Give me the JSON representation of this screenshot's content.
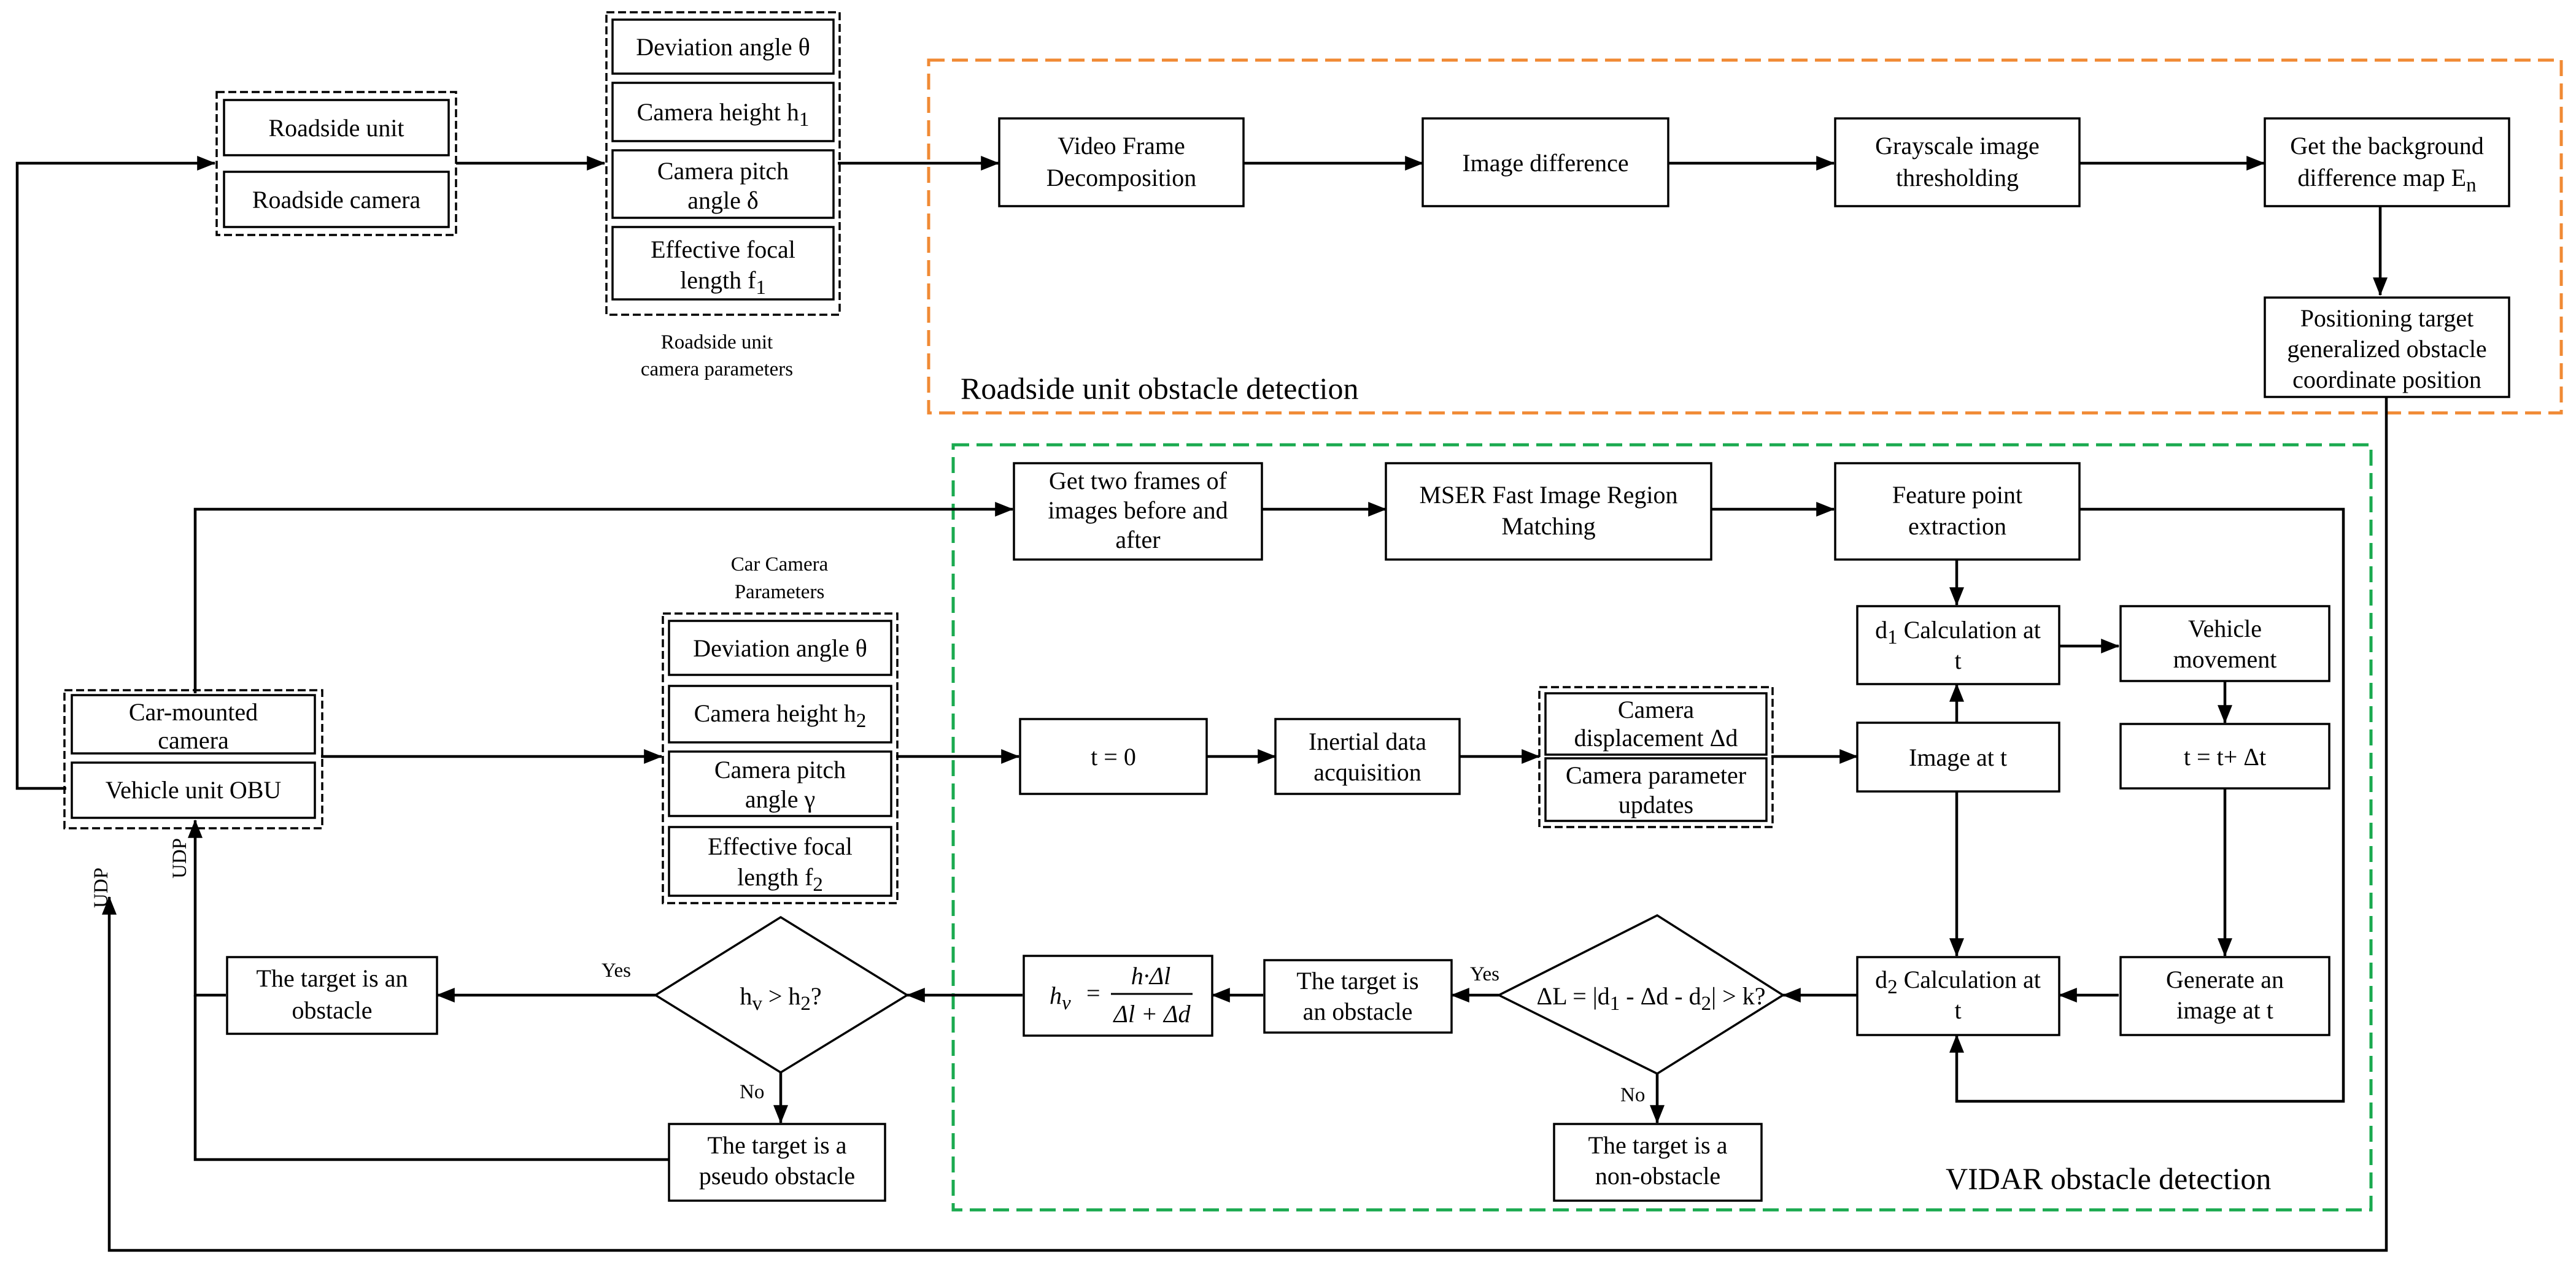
{
  "regions": {
    "roadside": "Roadside unit obstacle detection",
    "vidar": "VIDAR obstacle detection"
  },
  "colors": {
    "roadside_region": "#f08a34",
    "vidar_region": "#1aaa4f"
  },
  "roadside_group": {
    "unit": "Roadside unit",
    "camera": "Roadside camera"
  },
  "roadside_params": {
    "caption": [
      "Roadside unit",
      "camera parameters"
    ],
    "deviation": "Deviation angle θ",
    "height": [
      "Camera height h",
      "1"
    ],
    "pitch": [
      "Camera pitch",
      "angle δ"
    ],
    "focal": [
      "Effective focal",
      "length f",
      "1"
    ]
  },
  "roadside_flow": {
    "video": [
      "Video Frame",
      "Decomposition"
    ],
    "diff": "Image difference",
    "threshold": [
      "Grayscale image",
      "thresholding"
    ],
    "background": [
      "Get the background",
      "difference map E",
      "n"
    ],
    "positioning": [
      "Positioning target",
      "generalized obstacle",
      "coordinate position"
    ]
  },
  "vehicle_group": {
    "camera": [
      "Car-mounted",
      "camera"
    ],
    "obu": "Vehicle unit OBU"
  },
  "car_params": {
    "caption": [
      "Car Camera",
      "Parameters"
    ],
    "deviation": "Deviation angle θ",
    "height": [
      "Camera height h",
      "2"
    ],
    "pitch": [
      "Camera pitch",
      "angle γ"
    ],
    "focal": [
      "Effective focal",
      "length f",
      "2"
    ]
  },
  "vidar_flow": {
    "two_frames": [
      "Get two frames of",
      "images before and",
      "after"
    ],
    "mser": [
      "MSER Fast Image Region",
      "Matching"
    ],
    "feature": [
      "Feature point",
      "extraction"
    ],
    "d1": [
      "d",
      "1",
      " Calculation at",
      "t"
    ],
    "movement": [
      "Vehicle",
      "movement"
    ],
    "t0": "t = 0",
    "inertial": [
      "Inertial data",
      "acquisition"
    ],
    "displacement": [
      "Camera",
      "displacement Δd"
    ],
    "param_updates": [
      "Camera parameter",
      "updates"
    ],
    "image_t": "Image at t",
    "t_next": "t = t+ Δt",
    "d2": [
      "d",
      "2",
      " Calculation at",
      "t"
    ],
    "generate": [
      "Generate an",
      "image at t"
    ],
    "decision": [
      "ΔL = |d",
      "1",
      " - Δd - d",
      "2",
      "| > k?"
    ],
    "obstacle": [
      "The target is",
      "an obstacle"
    ],
    "non_obstacle": [
      "The target is a",
      "non-obstacle"
    ],
    "formula": {
      "lhs": "h",
      "lhs_sub": "v",
      "numerator": "h·Δl",
      "denominator": "Δl + Δd"
    }
  },
  "final_flow": {
    "decision": [
      "h",
      "v",
      " > h",
      "2",
      "?"
    ],
    "obstacle": [
      "The target is an",
      "obstacle"
    ],
    "pseudo": [
      "The target is a",
      "pseudo obstacle"
    ]
  },
  "edge_labels": {
    "yes": "Yes",
    "no": "No",
    "udp": "UDP"
  }
}
